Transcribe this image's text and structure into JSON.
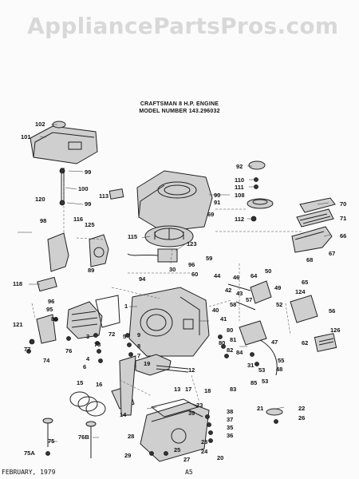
{
  "watermark": "AppliancePartsPros.com",
  "title_line1": "CRAFTSMAN 8 H.P. ENGINE",
  "title_line2": "MODEL NUMBER 143.296032",
  "footer_left": "FEBRUARY, 1979",
  "footer_right": "A5",
  "callouts": [
    "102",
    "101",
    "99",
    "100",
    "99",
    "92",
    "110",
    "111",
    "108",
    "90",
    "91",
    "69",
    "113",
    "120",
    "98",
    "116",
    "125",
    "118",
    "89",
    "112",
    "70",
    "71",
    "66",
    "115",
    "123",
    "67",
    "68",
    "96",
    "94",
    "59",
    "30",
    "44",
    "60",
    "50",
    "64",
    "42",
    "43",
    "46",
    "49",
    "57",
    "58",
    "65",
    "124",
    "52",
    "56",
    "1",
    "40",
    "41",
    "96",
    "95",
    "86",
    "72",
    "73",
    "5",
    "9",
    "8",
    "7",
    "121",
    "76",
    "77",
    "74",
    "3",
    "19",
    "80",
    "47",
    "62",
    "80",
    "81",
    "82",
    "84",
    "4",
    "6",
    "55",
    "48",
    "31",
    "12",
    "13",
    "17",
    "83",
    "85",
    "53",
    "53",
    "126",
    "18",
    "16",
    "15",
    "14",
    "21",
    "39",
    "22",
    "38",
    "37",
    "26",
    "35",
    "36",
    "23",
    "28",
    "28",
    "75",
    "75A",
    "76B",
    "29",
    "25",
    "20",
    "27",
    "24"
  ]
}
